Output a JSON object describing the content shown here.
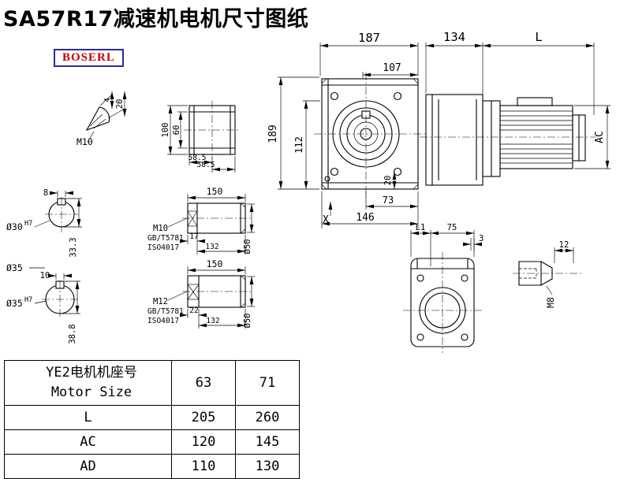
{
  "title": "SA57R17减速机电机尺寸图纸",
  "logo": "BOSERL",
  "drawing": {
    "shaft_end_view": {
      "d4": "4",
      "d20": "20",
      "thread": "M10"
    },
    "mount_face_view": {
      "d100": "100",
      "d60": "60",
      "d585_left": "58.5",
      "d585_right": "58.5"
    },
    "front_view": {
      "d187": "187",
      "d107": "107",
      "d189": "189",
      "d112": "112",
      "d20": "20",
      "d73": "73",
      "d146": "146",
      "axis": "X"
    },
    "side_view": {
      "d134": "134",
      "dL": "L",
      "dAC": "AC"
    },
    "bore_30": {
      "keyway_w": "8",
      "dia": "Ø30",
      "fit": "H7",
      "keyway_h": "33.3"
    },
    "bore_35": {
      "label_dia": "Ø35",
      "keyway_w": "10",
      "dia": "Ø35",
      "fit": "H7",
      "keyway_h": "38.8"
    },
    "shaft_m10": {
      "len": "150",
      "thread": "M10",
      "std1": "GB/T5781",
      "std2": "ISO4017",
      "thread_len": "17",
      "len2": "132",
      "dia": "Ø50"
    },
    "shaft_m12": {
      "len": "150",
      "thread": "M12",
      "std1": "GB/T5781",
      "std2": "ISO4017",
      "thread_len": "22",
      "len2": "132",
      "dia": "Ø50"
    },
    "flange_view": {
      "dL1": "L1",
      "d75": "75",
      "d3": "3"
    },
    "shaft_tip_view": {
      "d12": "12",
      "thread": "M8"
    }
  },
  "table": {
    "header": {
      "title_cn": "YE2电机机座号",
      "title_en": "Motor Size",
      "sizes": [
        "63",
        "71"
      ]
    },
    "rows": [
      {
        "label": "L",
        "values": [
          "205",
          "260"
        ]
      },
      {
        "label": "AC",
        "values": [
          "120",
          "145"
        ]
      },
      {
        "label": "AD",
        "values": [
          "110",
          "130"
        ]
      }
    ]
  }
}
